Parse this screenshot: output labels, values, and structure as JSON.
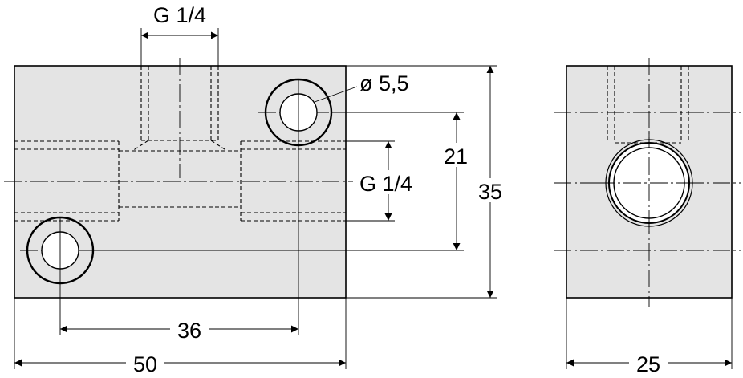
{
  "front_view": {
    "dims": {
      "width": "50",
      "hole_spacing": "36",
      "height": "35",
      "hole_vertical": "21",
      "side_port": "G 1/4",
      "top_port": "G 1/4",
      "mount_hole": "ø 5,5"
    }
  },
  "side_view": {
    "dims": {
      "width": "25"
    }
  }
}
